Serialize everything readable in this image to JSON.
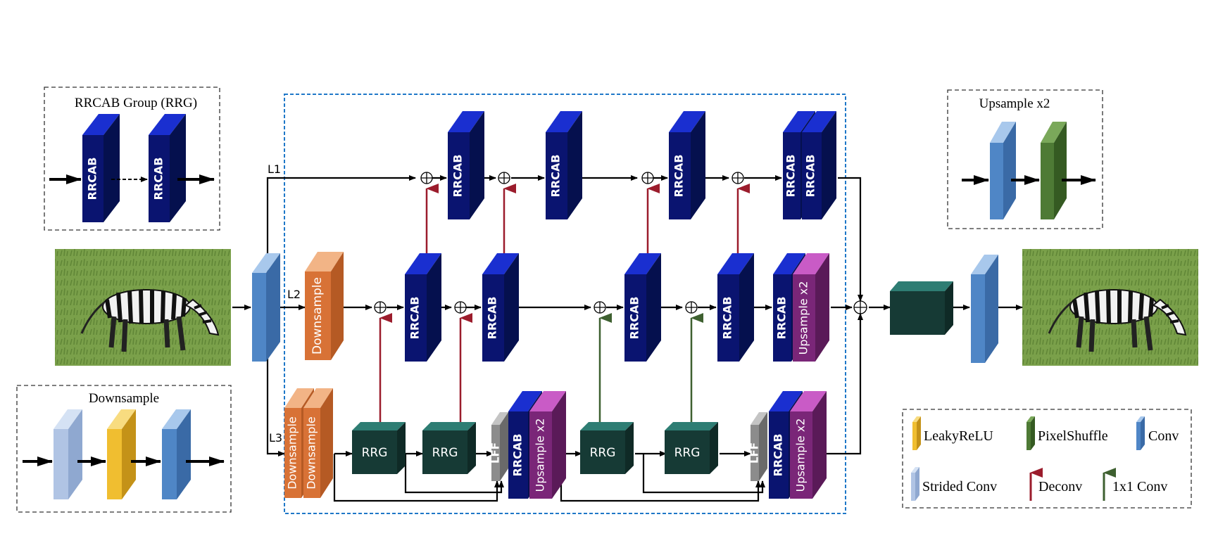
{
  "colors": {
    "rrcab": "#0a1470",
    "rrcab_top": "#1a2fd0",
    "downsample": "#d87236",
    "downsample_top": "#f2b486",
    "upsample": "#7a2678",
    "upsample_top": "#c95bc6",
    "rrg": "#163a35",
    "rrg_top": "#2e7d73",
    "lff": "#8c8c8c",
    "lff_top": "#c4c4c4",
    "conv": "#4f86c6",
    "conv_top": "#a8c8ec",
    "strided_conv": "#b0c4e4",
    "leakyrelu": "#f0be30",
    "pixelshuffle": "#4e7a35",
    "deconv_arrow": "#9b1c2c",
    "conv1x1_arrow": "#3e6030",
    "frame_blue": "#1f78c8"
  },
  "insets": {
    "rrg_group": {
      "title": "RRCAB Group (RRG)",
      "block_label": "RRCAB"
    },
    "upsample": {
      "title": "Upsample x2"
    },
    "downsample": {
      "title": "Downsample"
    }
  },
  "branches": {
    "l1": "L1",
    "l2": "L2",
    "l3": "L3"
  },
  "blocks": {
    "rrcab": "RRCAB",
    "downsample": "Downsample",
    "upsample": "Upsample x2",
    "rrg": "RRG",
    "lff": "LFF"
  },
  "legend": {
    "leakyrelu": "LeakyReLU",
    "pixelshuffle": "PixelShuffle",
    "conv": "Conv",
    "strided_conv": "Strided Conv",
    "deconv": "Deconv",
    "conv1x1": "1x1 Conv"
  },
  "images": {
    "input_icon": "zebra-input-icon",
    "output_icon": "zebra-output-icon"
  }
}
